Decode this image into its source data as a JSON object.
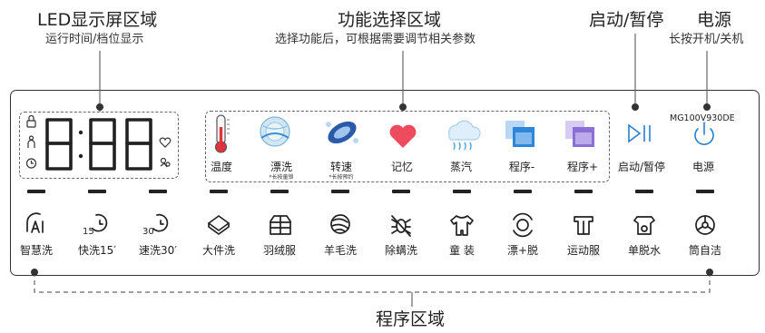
{
  "callouts": {
    "led_title": "LED显示屏区域",
    "led_desc": "运行时间/档位显示",
    "func_title": "功能选择区域",
    "func_desc": "选择功能后，可根据需要调节相关参数",
    "start_title": "启动/暂停",
    "power_title": "电源",
    "power_desc": "长按开机/关机",
    "program_title": "程序区域"
  },
  "model_label": "MG100V930DE",
  "display": {
    "digits": "8:88"
  },
  "functions": [
    {
      "label": "温度",
      "icon": "thermometer-icon"
    },
    {
      "label": "漂洗",
      "note": "*长按童锁",
      "icon": "rinse-water-icon"
    },
    {
      "label": "转速",
      "note": "*长按预约",
      "icon": "spin-drum-icon"
    },
    {
      "label": "记忆",
      "icon": "heart-icon"
    },
    {
      "label": "蒸汽",
      "icon": "steam-cloud-icon"
    },
    {
      "label": "程序-",
      "icon": "program-minus-icon"
    },
    {
      "label": "程序+",
      "icon": "program-plus-icon"
    },
    {
      "label": "启动/暂停",
      "icon": "play-pause-icon"
    },
    {
      "label": "电源",
      "icon": "power-icon"
    }
  ],
  "programs": [
    {
      "label": "智慧洗",
      "icon": "smart-ai-icon"
    },
    {
      "label": "快洗15′",
      "icon": "quick-15-icon"
    },
    {
      "label": "速洗30′",
      "icon": "quick-30-icon"
    },
    {
      "label": "大件洗",
      "icon": "bulky-icon"
    },
    {
      "label": "羽绒服",
      "icon": "down-jacket-icon"
    },
    {
      "label": "羊毛洗",
      "icon": "wool-icon"
    },
    {
      "label": "除螨洗",
      "icon": "anti-mite-icon"
    },
    {
      "label": "童 装",
      "icon": "baby-clothes-icon"
    },
    {
      "label": "漂+脱",
      "icon": "rinse-spin-icon"
    },
    {
      "label": "运动服",
      "icon": "sportswear-icon"
    },
    {
      "label": "单脱水",
      "icon": "spin-only-icon"
    },
    {
      "label": "筒自洁",
      "icon": "drum-clean-icon"
    }
  ],
  "colors": {
    "outline": "#333333",
    "accent_blue": "#2a7fd4",
    "heart": "#ef4b5e"
  }
}
